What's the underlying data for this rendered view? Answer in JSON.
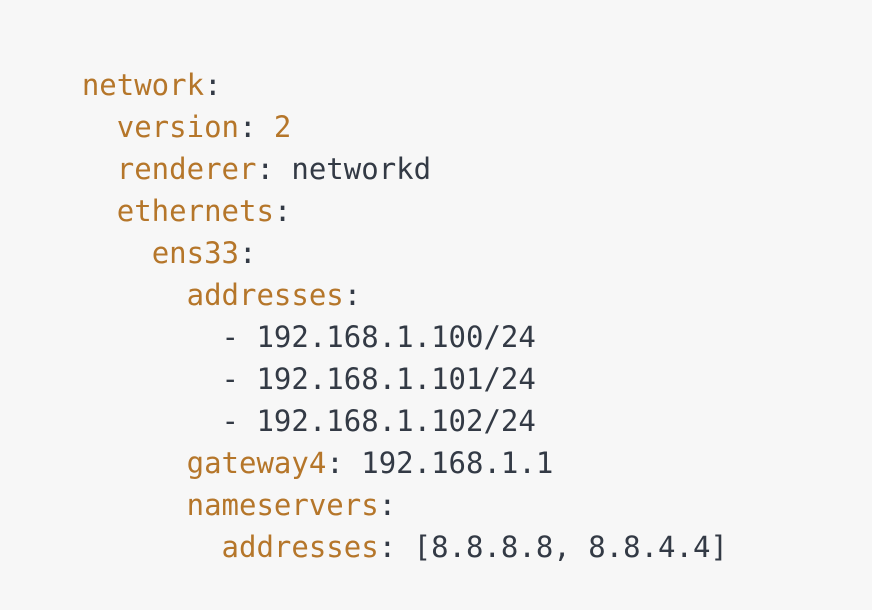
{
  "document": {
    "kind": "yaml-code-block",
    "language": "yaml",
    "description": "netplan network configuration",
    "background_color": "#f7f7f7",
    "key_color": "#b5762a",
    "value_color": "#333a45",
    "punctuation_color": "#333a45",
    "indent_unit_spaces": 2
  },
  "lines": [
    {
      "n": 1,
      "indent": "",
      "key": "network",
      "colon": ":",
      "value": "",
      "raw": "network:"
    },
    {
      "n": 2,
      "indent": "  ",
      "key": "version",
      "colon": ":",
      "value": "2",
      "value_kind": "number",
      "raw": "  version: 2"
    },
    {
      "n": 3,
      "indent": "  ",
      "key": "renderer",
      "colon": ":",
      "value": "networkd",
      "value_kind": "string",
      "raw": "  renderer: networkd"
    },
    {
      "n": 4,
      "indent": "  ",
      "key": "ethernets",
      "colon": ":",
      "value": "",
      "raw": "  ethernets:"
    },
    {
      "n": 5,
      "indent": "    ",
      "key": "ens33",
      "colon": ":",
      "value": "",
      "raw": "    ens33:"
    },
    {
      "n": 6,
      "indent": "      ",
      "key": "addresses",
      "colon": ":",
      "value": "",
      "raw": "      addresses:"
    },
    {
      "n": 7,
      "indent": "        ",
      "dash": "-",
      "item": "192.168.1.100/24",
      "raw": "        - 192.168.1.100/24"
    },
    {
      "n": 8,
      "indent": "        ",
      "dash": "-",
      "item": "192.168.1.101/24",
      "raw": "        - 192.168.1.101/24"
    },
    {
      "n": 9,
      "indent": "        ",
      "dash": "-",
      "item": "192.168.1.102/24",
      "raw": "        - 192.168.1.102/24"
    },
    {
      "n": 10,
      "indent": "      ",
      "key": "gateway4",
      "colon": ":",
      "value": "192.168.1.1",
      "value_kind": "string",
      "raw": "      gateway4: 192.168.1.1"
    },
    {
      "n": 11,
      "indent": "      ",
      "key": "nameservers",
      "colon": ":",
      "value": "",
      "raw": "      nameservers:"
    },
    {
      "n": 12,
      "indent": "        ",
      "key": "addresses",
      "colon": ":",
      "value": "[8.8.8.8, 8.8.4.4]",
      "value_kind": "flow-sequence",
      "raw": "        addresses: [8.8.8.8, 8.8.4.4]"
    }
  ],
  "config_values": {
    "network_version": "2",
    "renderer": "networkd",
    "interface": "ens33",
    "addresses": [
      "192.168.1.100/24",
      "192.168.1.101/24",
      "192.168.1.102/24"
    ],
    "gateway4": "192.168.1.1",
    "nameserver_addresses": [
      "8.8.8.8",
      "8.8.4.4"
    ]
  }
}
